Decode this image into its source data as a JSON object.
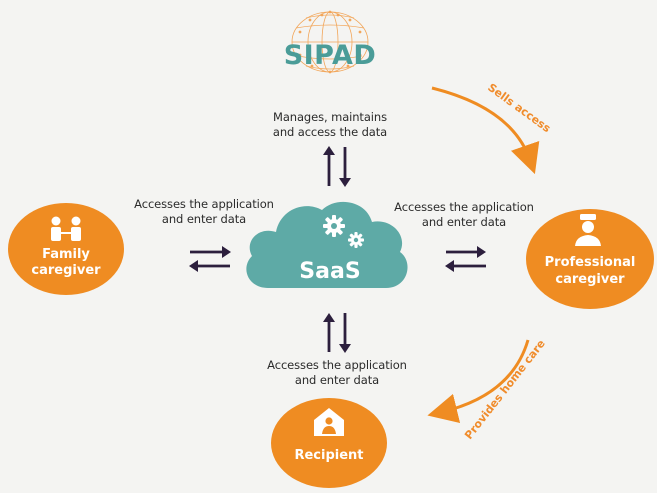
{
  "sipad": {
    "name": "SIPAD",
    "caption_line1": "Manages, maintains",
    "caption_line2": "and access the data"
  },
  "saas": {
    "name": "SaaS"
  },
  "family": {
    "line1": "Family",
    "line2": "caregiver"
  },
  "professional": {
    "line1": "Professional",
    "line2": "caregiver"
  },
  "recipient": {
    "name": "Recipient"
  },
  "left_edge": {
    "line1": "Accesses the application",
    "line2": "and enter data"
  },
  "right_edge": {
    "line1": "Accesses the application",
    "line2": "and enter data"
  },
  "bottom_edge": {
    "line1": "Accesses the application",
    "line2": "and enter data"
  },
  "sells_access": "Sells access",
  "provides_home_care": "Provides home care",
  "colors": {
    "orange": "#ef8c22",
    "teal": "#5eaaa6",
    "dark_arrow": "#2c1f3d",
    "text": "#2b2b2b"
  },
  "icons": {
    "sipad": "globe-network-icon",
    "saas": "gears-icon",
    "family": "two-people-icon",
    "professional": "nurse-icon",
    "recipient": "house-person-icon"
  }
}
